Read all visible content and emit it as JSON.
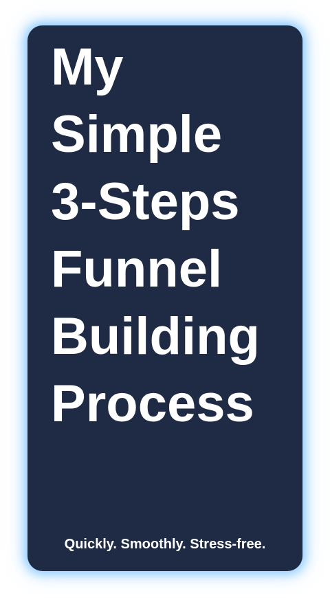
{
  "card": {
    "background_color": "#1f2a45",
    "glow_color": "#73beff",
    "headline_lines": [
      "My",
      "Simple",
      "3-Steps",
      "Funnel",
      "Building",
      "Process"
    ],
    "tagline": "Quickly. Smoothly. Stress-free."
  }
}
